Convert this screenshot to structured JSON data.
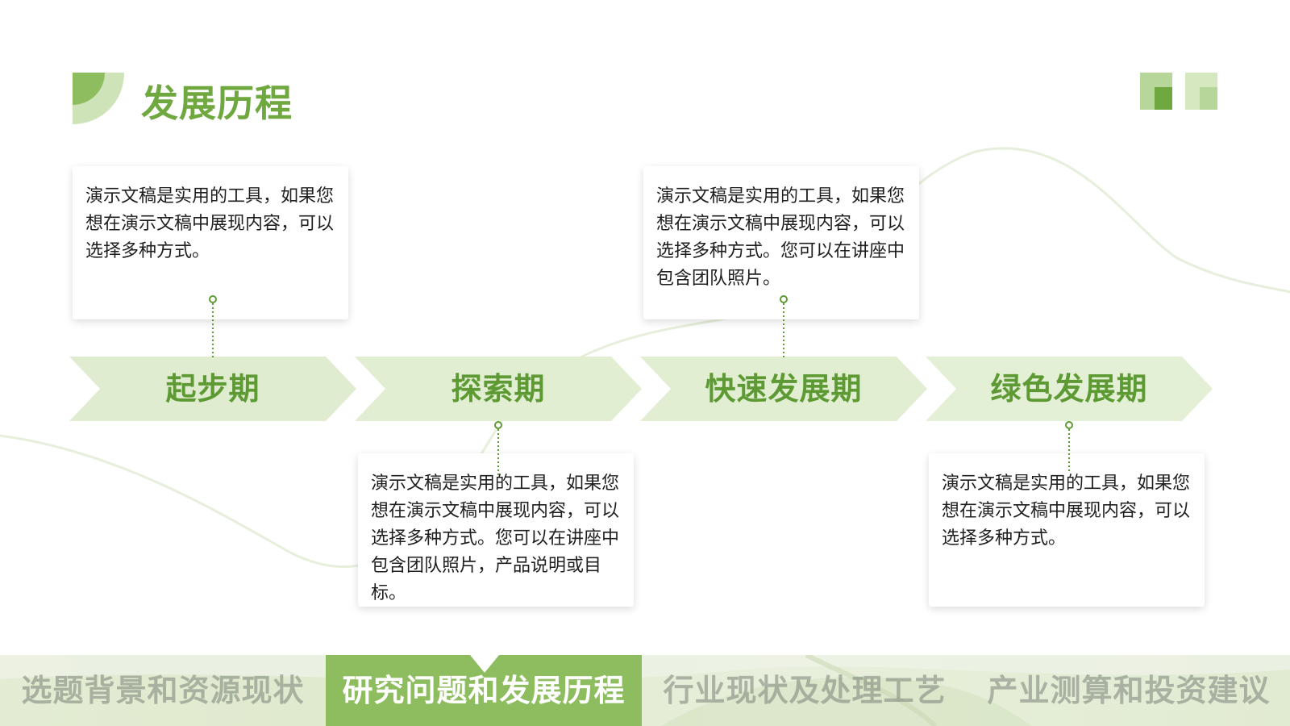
{
  "page": {
    "title": "发展历程"
  },
  "colors": {
    "accent": "#6fa83f",
    "stage_text": "#5e9a34",
    "arrow_light": "#dfeccf",
    "nav_active": "#8dbd5f",
    "connector": "#5e9a34"
  },
  "stages": [
    {
      "label": "起步期"
    },
    {
      "label": "探索期"
    },
    {
      "label": "快速发展期"
    },
    {
      "label": "绿色发展期"
    }
  ],
  "cards": [
    {
      "text": "演示文稿是实用的工具，如果您想在演示文稿中展现内容，可以选择多种方式。"
    },
    {
      "text": "演示文稿是实用的工具，如果您想在演示文稿中展现内容，可以选择多种方式。您可以在讲座中包含团队照片，产品说明或目标。"
    },
    {
      "text": "演示文稿是实用的工具，如果您想在演示文稿中展现内容，可以选择多种方式。您可以在讲座中包含团队照片。"
    },
    {
      "text": "演示文稿是实用的工具，如果您想在演示文稿中展现内容，可以选择多种方式。"
    }
  ],
  "nav": {
    "items": [
      {
        "label": "选题背景和资源现状",
        "active": false
      },
      {
        "label": "研究问题和发展历程",
        "active": true
      },
      {
        "label": "行业现状及处理工艺",
        "active": false
      },
      {
        "label": "产业测算和投资建议",
        "active": false
      }
    ]
  }
}
